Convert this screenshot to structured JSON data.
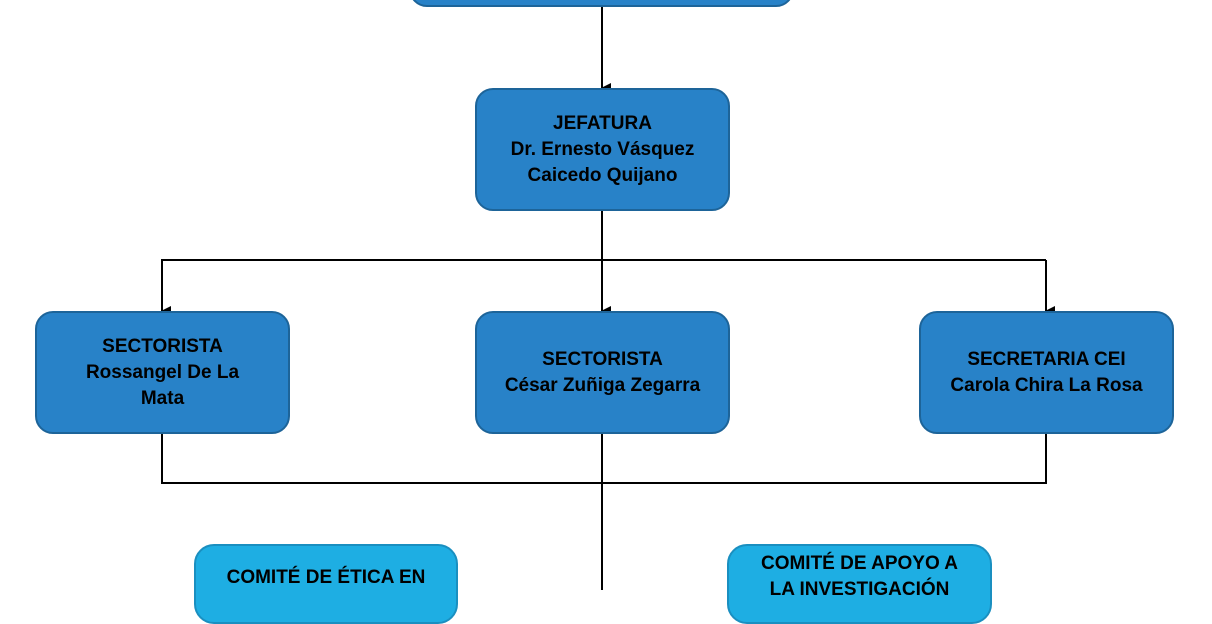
{
  "top_box": {},
  "jefatura": {
    "lines": [
      "JEFATURA",
      "Dr. Ernesto Vásquez",
      "Caicedo Quijano"
    ]
  },
  "sectorista_1": {
    "lines": [
      "SECTORISTA",
      "Rossangel De La",
      "Mata"
    ]
  },
  "sectorista_2": {
    "lines": [
      "SECTORISTA",
      "César Zuñiga Zegarra"
    ]
  },
  "secretaria": {
    "lines": [
      "SECRETARIA CEI",
      "Carola Chira La Rosa"
    ]
  },
  "comite_etica": {
    "lines": [
      "COMITÉ DE ÉTICA EN"
    ]
  },
  "comite_apoyo": {
    "lines": [
      "COMITÉ DE APOYO A",
      "LA INVESTIGACIÓN"
    ]
  },
  "colors": {
    "box": "#2882c8",
    "box_light": "#1eaee3",
    "border": "#1d6499"
  }
}
